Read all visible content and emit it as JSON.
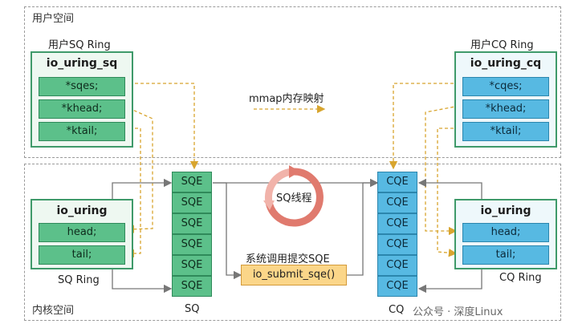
{
  "regions": {
    "user_space": "用户空间",
    "kernel_space": "内核空间"
  },
  "left": {
    "user_ring_label": "用户SQ Ring",
    "struct_title": "io_uring_sq",
    "fields": [
      "*sqes;",
      "*khead;",
      "*ktail;"
    ],
    "kernel_title": "io_uring",
    "kernel_fields": [
      "head;",
      "tail;"
    ],
    "ring_label": "SQ Ring"
  },
  "right": {
    "user_ring_label": "用户CQ Ring",
    "struct_title": "io_uring_cq",
    "fields": [
      "*cqes;",
      "*khead;",
      "*ktail;"
    ],
    "kernel_title": "io_uring",
    "kernel_fields": [
      "head;",
      "tail;"
    ],
    "ring_label": "CQ Ring"
  },
  "mmap_label": "mmap内存映射",
  "sq_thread_label": "SQ线程",
  "syscall": {
    "title": "系统调用提交SQE",
    "function": "io_submit_sqe()"
  },
  "sq_queue": {
    "cells": [
      "SQE",
      "SQE",
      "SQE",
      "SQE",
      "SQE",
      "SQE"
    ],
    "label": "SQ"
  },
  "cq_queue": {
    "cells": [
      "CQE",
      "CQE",
      "CQE",
      "CQE",
      "CQE",
      "CQE"
    ],
    "label": "CQ"
  },
  "watermark": "公众号 · 深度Linux",
  "colors": {
    "green_fill": "#5cc08a",
    "blue_fill": "#57b9e2",
    "orange_fill": "#fbd689",
    "arrow_dashed": "#d8a52e",
    "wire": "#777777"
  }
}
